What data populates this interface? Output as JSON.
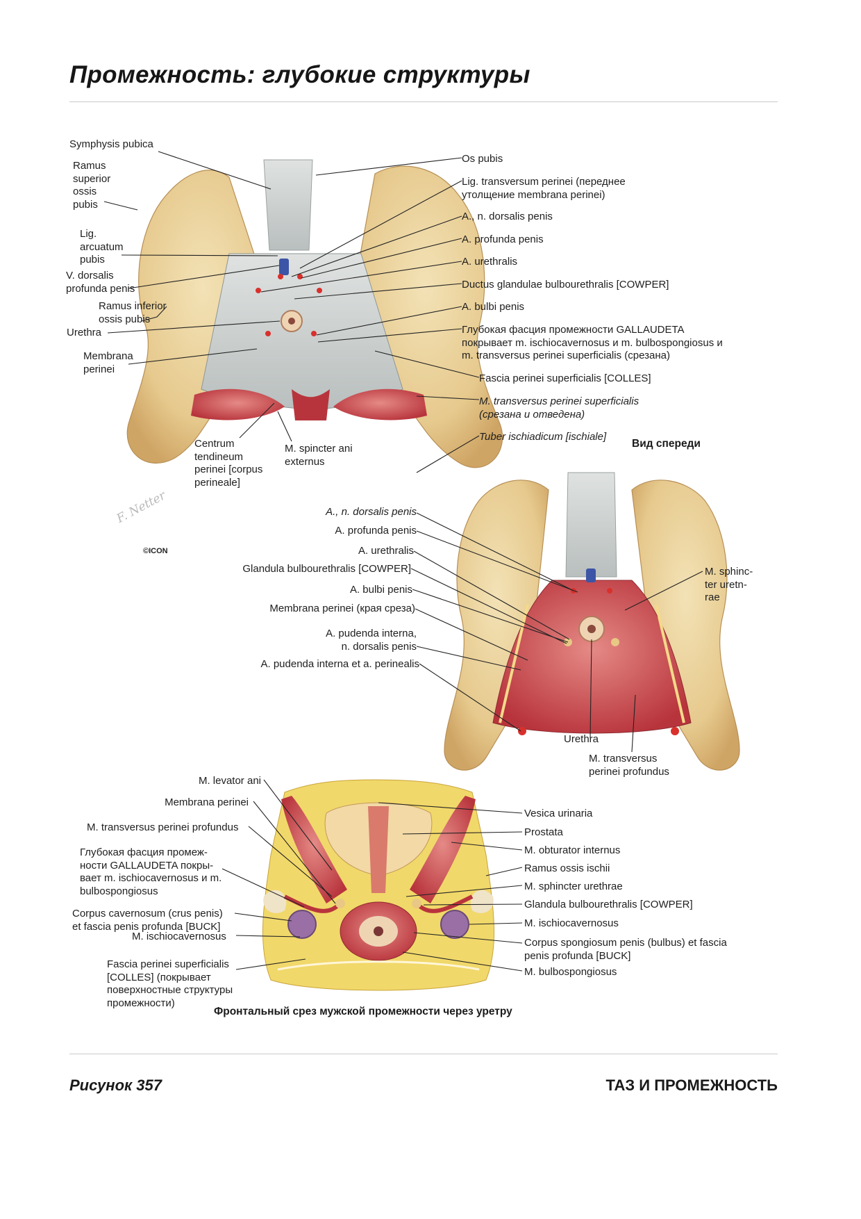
{
  "page": {
    "title": "Промежность: глубокие структуры",
    "figure_number": "Рисунок 357",
    "section": "ТАЗ И ПРОМЕЖНОСТЬ"
  },
  "top_view": {
    "caption": "Вид спереди",
    "left_labels": [
      "Symphysis pubica",
      "Ramus\nsuperior\nossis\npubis",
      "Lig.\narcuatum\npubis",
      "V. dorsalis\nprofunda penis",
      "Ramus inferior\nossis pubis",
      "Urethra",
      "Membrana\nperinei",
      "Centrum\ntendineum\nperinei [corpus\nperineale]",
      "M. spincter ani\nexternus"
    ],
    "right_labels": [
      "Os pubis",
      "Lig. transversum perinei (переднее\nутолщение membrana perinei)",
      "A., n. dorsalis penis",
      "A. profunda penis",
      "A. urethralis",
      "Ductus glandulae bulbourethralis [COWPER]",
      "A. bulbi penis",
      "Глубокая фасция промежности GALLAUDETA\nпокрывает m. ischiocavernosus и m. bulbospongiosus и\nm. transversus perinei superficialis (срезана)",
      "Fascia perinei superficialis [COLLES]",
      "M. transversus perinei superficialis\n(срезана и отведена)",
      "Tuber ischiadicum [ischiale]"
    ]
  },
  "middle_view": {
    "left_labels": [
      "A., n. dorsalis penis",
      "A. profunda penis",
      "A. urethralis",
      "Glandula bulbourethralis [COWPER]",
      "A. bulbi penis",
      "Membrana perinei (края среза)",
      "A. pudenda interna,\nn. dorsalis penis",
      "A. pudenda interna et a. perinealis"
    ],
    "right_labels": [
      "M. sphinc-\nter uretn-\nrae",
      "Urethra",
      "M. transversus\nperinei profundus"
    ]
  },
  "bottom_view": {
    "caption": "Фронтальный срез мужской промежности через уретру",
    "left_labels": [
      "M. levator ani",
      "Membrana perinei",
      "M. transversus perinei profundus",
      "Глубокая фасция промеж-\nности GALLAUDETA покры-\nвает m. ischiocavernosus и m.\nbulbospongiosus",
      "Corpus cavernosum (crus penis)\net fascia penis profunda [BUCK]",
      "M. ischiocavernosus",
      "Fascia perinei superficialis\n[COLLES] (покрывает\nповерхностные структуры\nпромежности)"
    ],
    "right_labels": [
      "Vesica urinaria",
      "Prostata",
      "M. obturator internus",
      "Ramus ossis ischii",
      "M. sphincter urethrae",
      "Glandula bulbourethralis [COWPER]",
      "M. ischiocavernosus",
      "Corpus spongiosum penis (bulbus) et fascia\npenis profunda [BUCK]",
      "M. bulbospongiosus"
    ]
  },
  "artwork": {
    "signature": "F. Netter",
    "logo": "©ICON",
    "colors": {
      "bone": "#e9cf95",
      "membrane": "#cfd3d3",
      "muscle": "#c9474e",
      "fat": "#f1d86a",
      "artery": "#d9302c",
      "vein": "#3c55a6"
    }
  }
}
